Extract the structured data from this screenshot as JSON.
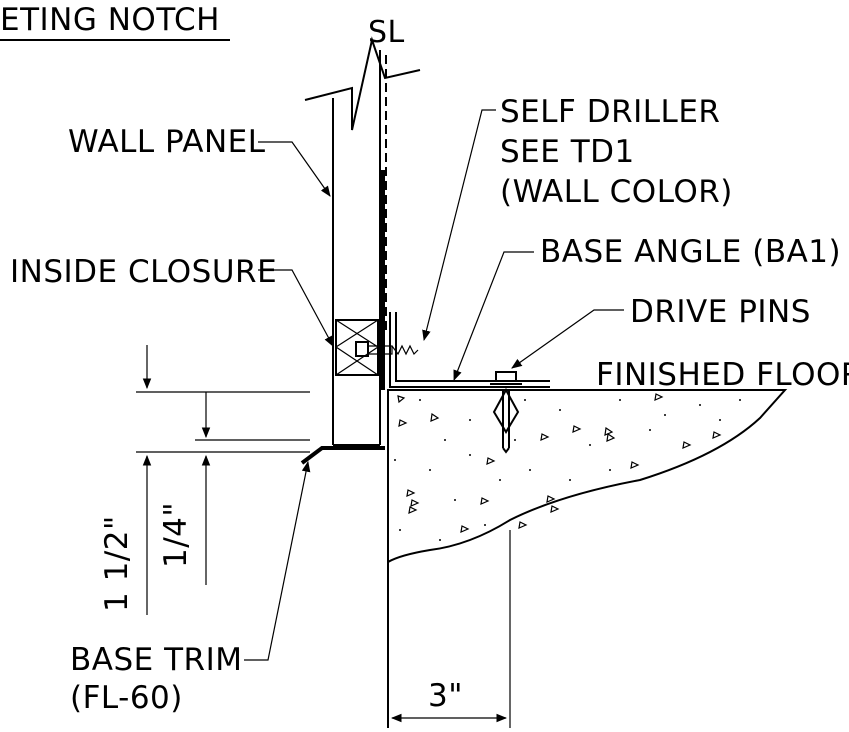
{
  "title": "ETING NOTCH",
  "centerline": "SL",
  "labels": {
    "wall_panel": "WALL PANEL",
    "self_driller_1": "SELF DRILLER",
    "self_driller_2": "SEE TD1",
    "self_driller_3": "(WALL COLOR)",
    "base_angle": "BASE ANGLE (BA1)",
    "inside_closure": "INSIDE CLOSURE",
    "drive_pins": "DRIVE PINS",
    "finished_floor": "FINISHED FLOOR",
    "base_trim_1": "BASE TRIM",
    "base_trim_2": "(FL-60)"
  },
  "dimensions": {
    "height_large": "1 1/2\"",
    "height_small": "1/4\"",
    "width": "3\""
  }
}
